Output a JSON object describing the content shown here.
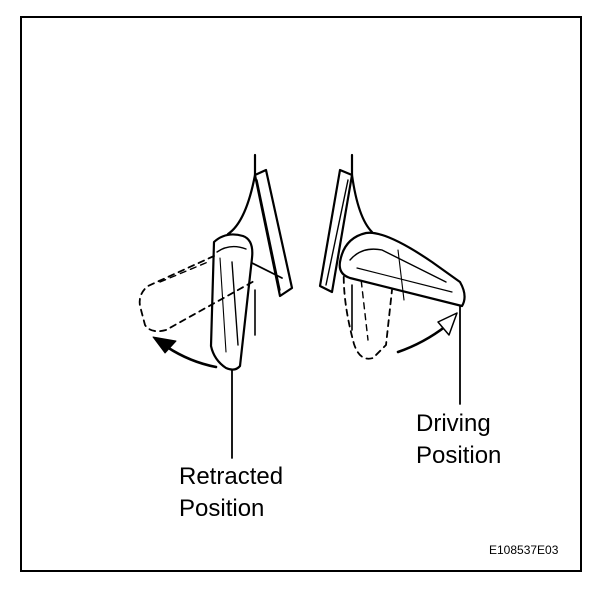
{
  "labels": {
    "retracted_line1": "Retracted",
    "retracted_line2": "Position",
    "driving_line1": "Driving",
    "driving_line2": "Position"
  },
  "figure_code": "E108537E03",
  "colors": {
    "line": "#000000",
    "background": "#ffffff"
  }
}
